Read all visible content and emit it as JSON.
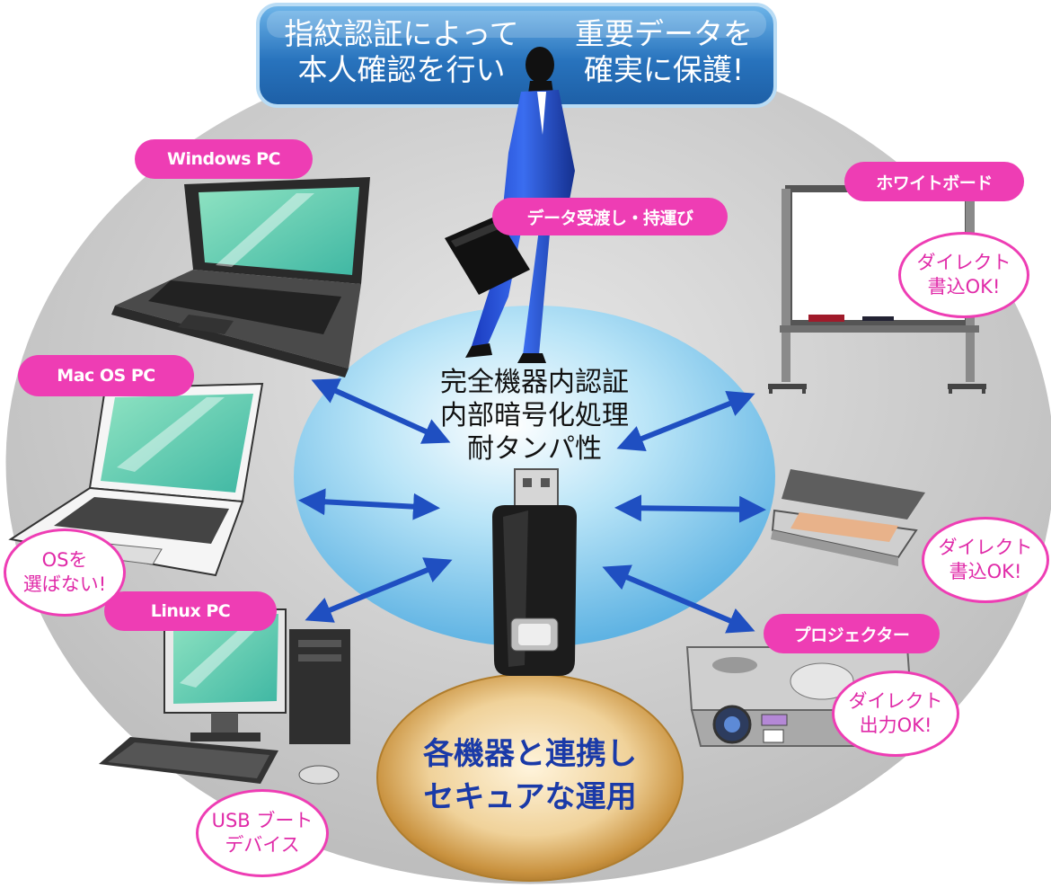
{
  "banner": {
    "left_line1": "指紋認証によって",
    "left_line2": "本人確認を行い",
    "right_line1": "重要データを",
    "right_line2": "確実に保護!"
  },
  "center": {
    "line1": "完全機器内認証",
    "line2": "内部暗号化処理",
    "line3": "耐タンパ性"
  },
  "bottom": {
    "line1": "各機器と連携し",
    "line2": "セキュアな運用"
  },
  "labels": {
    "windows_pc": "Windows PC",
    "mac_pc": "Mac OS PC",
    "linux_pc": "Linux PC",
    "person": "データ受渡し・持運び",
    "whiteboard": "ホワイトボード",
    "projector": "プロジェクター"
  },
  "notes": {
    "os_free_line1": "OSを",
    "os_free_line2": "選ばない!",
    "usb_boot_line1": "USB ブート",
    "usb_boot_line2": "デバイス",
    "whiteboard_line1": "ダイレクト",
    "whiteboard_line2": "書込OK!",
    "scanner_line1": "ダイレクト",
    "scanner_line2": "書込OK!",
    "projector_line1": "ダイレクト",
    "projector_line2": "出力OK!"
  },
  "colors": {
    "pill": "#ee3db4",
    "arrow": "#1f4fc1",
    "banner": "#2f7fc7",
    "center_ellipse": "#8fd2f0",
    "outer_ellipse": "#c9c9c9",
    "gold": "#d6a850"
  },
  "icons": [
    "laptop-windows-icon",
    "laptop-mac-icon",
    "desktop-linux-icon",
    "businessman-icon",
    "usb-fingerprint-key-icon",
    "whiteboard-icon",
    "scanner-icon",
    "projector-icon"
  ]
}
